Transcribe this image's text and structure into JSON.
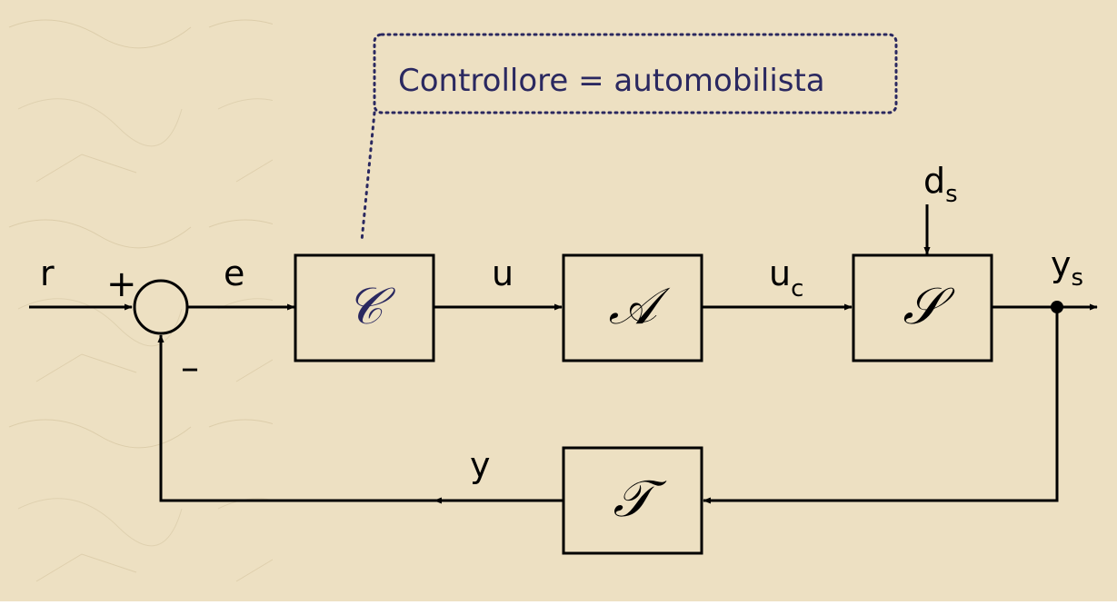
{
  "colors": {
    "background": "#ede0c2",
    "line": "#000000",
    "annotation": "#2a2860",
    "controller_letter": "#2a2860"
  },
  "callout": {
    "text": "Controllore = automobilista"
  },
  "blocks": {
    "controller": {
      "symbol": "𝒞"
    },
    "actuator": {
      "symbol": "𝒜"
    },
    "system": {
      "symbol": "𝒮"
    },
    "transducer": {
      "symbol": "𝒯"
    }
  },
  "signals": {
    "reference": "r",
    "error": "e",
    "control": "u",
    "actuated_control_base": "u",
    "actuated_control_sub": "c",
    "disturbance_base": "d",
    "disturbance_sub": "s",
    "output_base": "y",
    "output_sub": "s",
    "measured_output": "y"
  },
  "summing_junction": {
    "plus_sign": "+",
    "minus_sign": "–"
  }
}
